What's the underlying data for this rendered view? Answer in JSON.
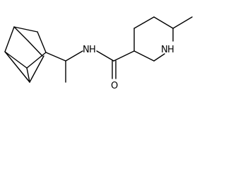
{
  "molecule": {
    "atoms": {
      "amide_nitrogen": "N",
      "amide_nitrogen_h": "H",
      "ring_nitrogen": "N",
      "ring_nitrogen_h": "H",
      "carbonyl_oxygen": "O"
    }
  }
}
